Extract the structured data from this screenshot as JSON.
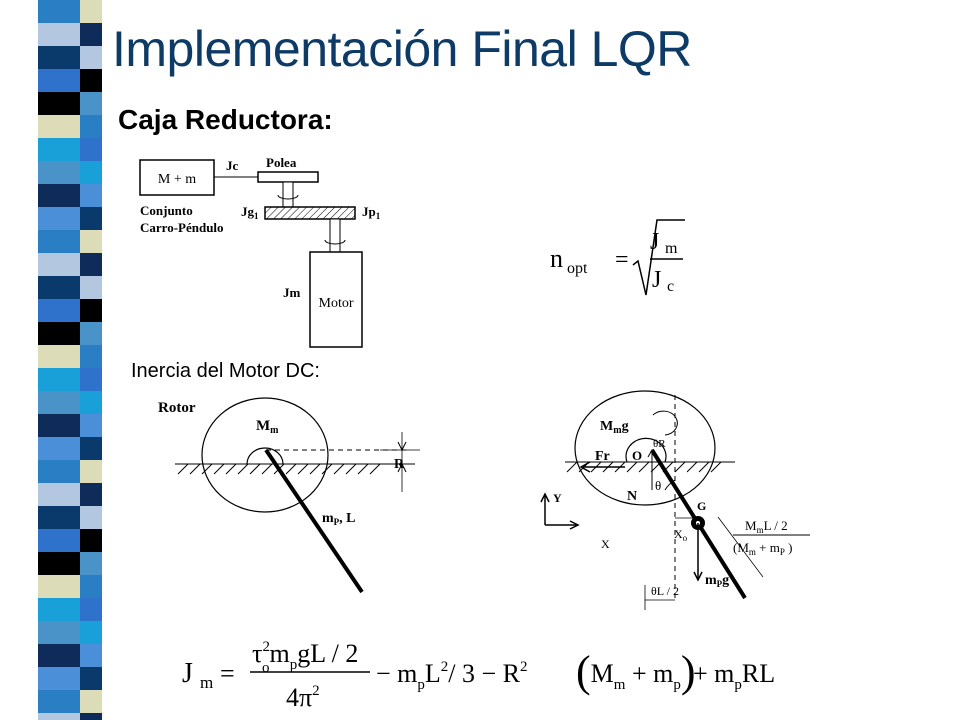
{
  "slide": {
    "title": "Implementación Final LQR",
    "subtitle": "Caja Reductora:",
    "motor_inertia_label": "Inercia del Motor DC:"
  },
  "gearbox_diagram": {
    "mass_box": "M + m",
    "jc": "Jc",
    "pulley": "Polea",
    "jg": "Jg",
    "jg_sub": "1",
    "jp": "Jp",
    "jp_sub": "1",
    "assembly_line1": "Conjunto",
    "assembly_line2": "Carro-Péndulo",
    "jm": "Jm",
    "motor": "Motor"
  },
  "equation_nopt": {
    "lhs": "n",
    "lhs_sub": "opt",
    "num": "J",
    "num_sub": "m",
    "den": "J",
    "den_sub": "c"
  },
  "rotor_diagram": {
    "rotor": "Rotor",
    "mm": "M",
    "mm_sub": "m",
    "r": "R",
    "mp": "m",
    "mp_sub": "P",
    "mp_suffix": ", L"
  },
  "fbd_diagram": {
    "mmg": "M",
    "mmg_sub": "m",
    "mmg_g": "g",
    "theta_r": "θR",
    "fr": "Fr",
    "o": "O",
    "n": "N",
    "theta": "θ",
    "y": "Y",
    "x": "X",
    "g": "G",
    "xo": "X",
    "xo_sub": "o",
    "frac_num": "M",
    "frac_num_sub": "m",
    "frac_num_rest": "L / 2",
    "frac_den": "(M",
    "frac_den_sub1": "m",
    "frac_den_mid": " + m",
    "frac_den_sub2": "P",
    "frac_den_end": " )",
    "mpg": "m",
    "mpg_sub": "P",
    "mpg_g": "g",
    "theta_l": "θL / 2"
  },
  "equation_jm": {
    "lhs": "J",
    "lhs_sub": "m",
    "num_tau": "τ",
    "num_tau_sup": "2",
    "num_tau_sub": "o",
    "num_m": "m",
    "num_m_sub": "p",
    "num_rest": "gL / 2",
    "den": "4π",
    "den_sup": "2",
    "t2_m": "− m",
    "t2_sub": "p",
    "t2_L": "L",
    "t2_sup": "2",
    "t2_rest": "/ 3 − R",
    "t2_rsup": "2",
    "t3_M": "M",
    "t3_msub": "m",
    "t3_plus": " + m",
    "t3_psub": "p",
    "t4": "+ m",
    "t4_sub": "p",
    "t4_rest": "RL"
  },
  "colors": {
    "title": "#0e3a66",
    "stripe": [
      "#2a7fc4",
      "#b3c8e0",
      "#0a3a6c",
      "#2f72cc",
      "#000000",
      "#dcdcb8",
      "#1aa0d8",
      "#4a93c8",
      "#0f2b5a",
      "#4a8fd8"
    ]
  }
}
